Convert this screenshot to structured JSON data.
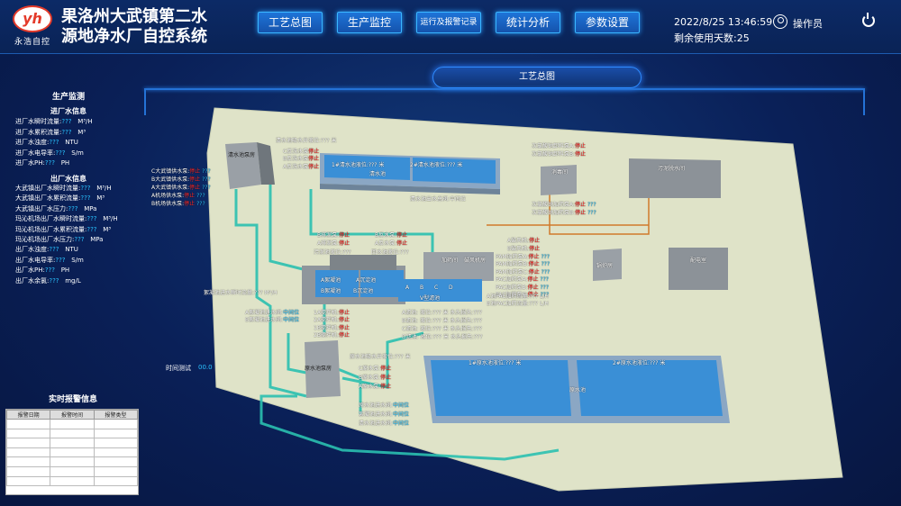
{
  "header": {
    "logo_mark": "yh",
    "logo_text": "永浩自控",
    "title_line1": "果洛州大武镇第二水",
    "title_line2": "源地净水厂自控系统",
    "nav": [
      "工艺总图",
      "生产监控",
      "运行及报警记录",
      "统计分析",
      "参数设置"
    ],
    "datetime": "2022/8/25  13:46:59",
    "remaining_days": "剩余使用天数:25",
    "user_label": "操作员"
  },
  "main_title": "工艺总图",
  "left_panel": {
    "title": "生产监测",
    "inlet_title": "进厂水信息",
    "inlet": [
      {
        "label": "进厂水瞬时流量:",
        "value": "???",
        "unit": "M³/H"
      },
      {
        "label": "进厂水累积流量:",
        "value": "???",
        "unit": "M³"
      },
      {
        "label": "进厂水浊度:",
        "value": "???",
        "unit": "NTU"
      },
      {
        "label": "进厂水电导率:",
        "value": "???",
        "unit": "S/m"
      },
      {
        "label": "进厂水PH:",
        "value": "???",
        "unit": "PH"
      }
    ],
    "outlet_title": "出厂水信息",
    "outlet": [
      {
        "label": "大武镇出厂水瞬时流量:",
        "value": "???",
        "unit": "M³/H"
      },
      {
        "label": "大武镇出厂水累积流量:",
        "value": "???",
        "unit": "M³"
      },
      {
        "label": "大武镇出厂水压力:",
        "value": "???",
        "unit": "MPa"
      },
      {
        "label": "玛沁机场出厂水瞬时流量:",
        "value": "???",
        "unit": "M³/H"
      },
      {
        "label": "玛沁机场出厂水累积流量:",
        "value": "???",
        "unit": "M³"
      },
      {
        "label": "玛沁机场出厂水压力:",
        "value": "???",
        "unit": "MPa"
      },
      {
        "label": "出厂水浊度:",
        "value": "???",
        "unit": "NTU"
      },
      {
        "label": "出厂水电导率:",
        "value": "???",
        "unit": "S/m"
      },
      {
        "label": "出厂水PH:",
        "value": "???",
        "unit": "PH"
      },
      {
        "label": "出厂水余氯:",
        "value": "???",
        "unit": "mg/L"
      }
    ]
  },
  "alarm": {
    "title": "实时报警信息",
    "columns": [
      "报警日期",
      "报警时间",
      "报警类型"
    ]
  },
  "time_test": {
    "label": "时间测试",
    "value": "00.0"
  },
  "plant": {
    "clear_pump_room": "清水池泵房",
    "clear_tank_levels": "清水池吸水井液位:??? 米",
    "clear_tank1": "1#清水池液位:??? 米",
    "clear_tank2": "2#清水池液位:??? 米",
    "clear_tank": "清水池",
    "clear_outlet_valve": "清水池出水总阀:中间位",
    "pumps_c": "C反洗水泵",
    "pumps_b": "B反洗水泵",
    "pumps_a": "A反洗水泵",
    "supply_labels": [
      "C大武镇供水泵:",
      "B大武镇供水泵:",
      "A大武镇供水泵:",
      "A机场供水泵:",
      "B机场供水泵:"
    ],
    "disinfect_room": "消毒间",
    "sludge_room": "污泥脱水间",
    "naclo_labels": [
      "次氯酸钠卸料泵A:",
      "次氯酸钠卸料泵B:"
    ],
    "naclo_dose": [
      "次氯酸钠加药泵A:",
      "次氯酸钠加药泵B:"
    ],
    "boiler": "锅炉房",
    "power_room": "配电室",
    "dosing_room": "加药间",
    "blower_room": "鼓风机房",
    "fans": [
      "A鼓风机:",
      "B鼓风机:"
    ],
    "pam_pac": [
      "PAM加药泵A:",
      "PAM加药泵B:",
      "PAM加药泵C:",
      "PAC加药泵A:",
      "PAC加药泵B:",
      "PAC加药泵C:"
    ],
    "pac_flow": [
      "A池PAC加药流量:??? L/H",
      "B池PAC加药流量:??? L/H"
    ],
    "sludge_pumps": [
      "B排泥泵:",
      "A排泥泵:",
      "污泥池液位:???"
    ],
    "wash_pumps": [
      "B反水泵:",
      "A反水泵:",
      "回水池液位:???"
    ],
    "coag_flow": "絮凝池进水瞬时流量:??? M³/H",
    "coag_a": "A絮凝池",
    "coag_b": "B絮凝池",
    "sed_a": "A沉淀池",
    "sed_b": "B沉淀池",
    "filters": [
      "A",
      "B",
      "C",
      "D"
    ],
    "v_filter": "V型滤池",
    "coag_inlets": [
      "A絮凝池进水阀:",
      "B絮凝池进水阀:"
    ],
    "mixers": [
      "1A搅拌机:",
      "2A搅拌机:",
      "1B搅拌机:",
      "2B搅拌机:"
    ],
    "filter_stats": [
      "A滤池:  液位:???  米  水头损失:???",
      "B滤池:  液位:???  米  水头损失:???",
      "C滤池:  液位:???  米  水头损失:???",
      "D滤池:  液位:???  米  水头损失:???"
    ],
    "raw_pump_room": "原水池泵房",
    "raw_suction": "原水池吸水井液位:??? 米",
    "raw_pumps": [
      "C原水泵:",
      "B原水泵:",
      "A原水泵:"
    ],
    "raw_tank1": "1#原水池液位:??? 米",
    "raw_tank2": "2#原水池液位:??? 米",
    "raw_tank": "原水池",
    "raw_valves": [
      "原水池进水阀:",
      "絮凝池进水阀:",
      "清水池进水阀:"
    ],
    "mid": "中间位",
    "stop": "停止",
    "qqq": "???",
    "mps": "M³/H"
  }
}
